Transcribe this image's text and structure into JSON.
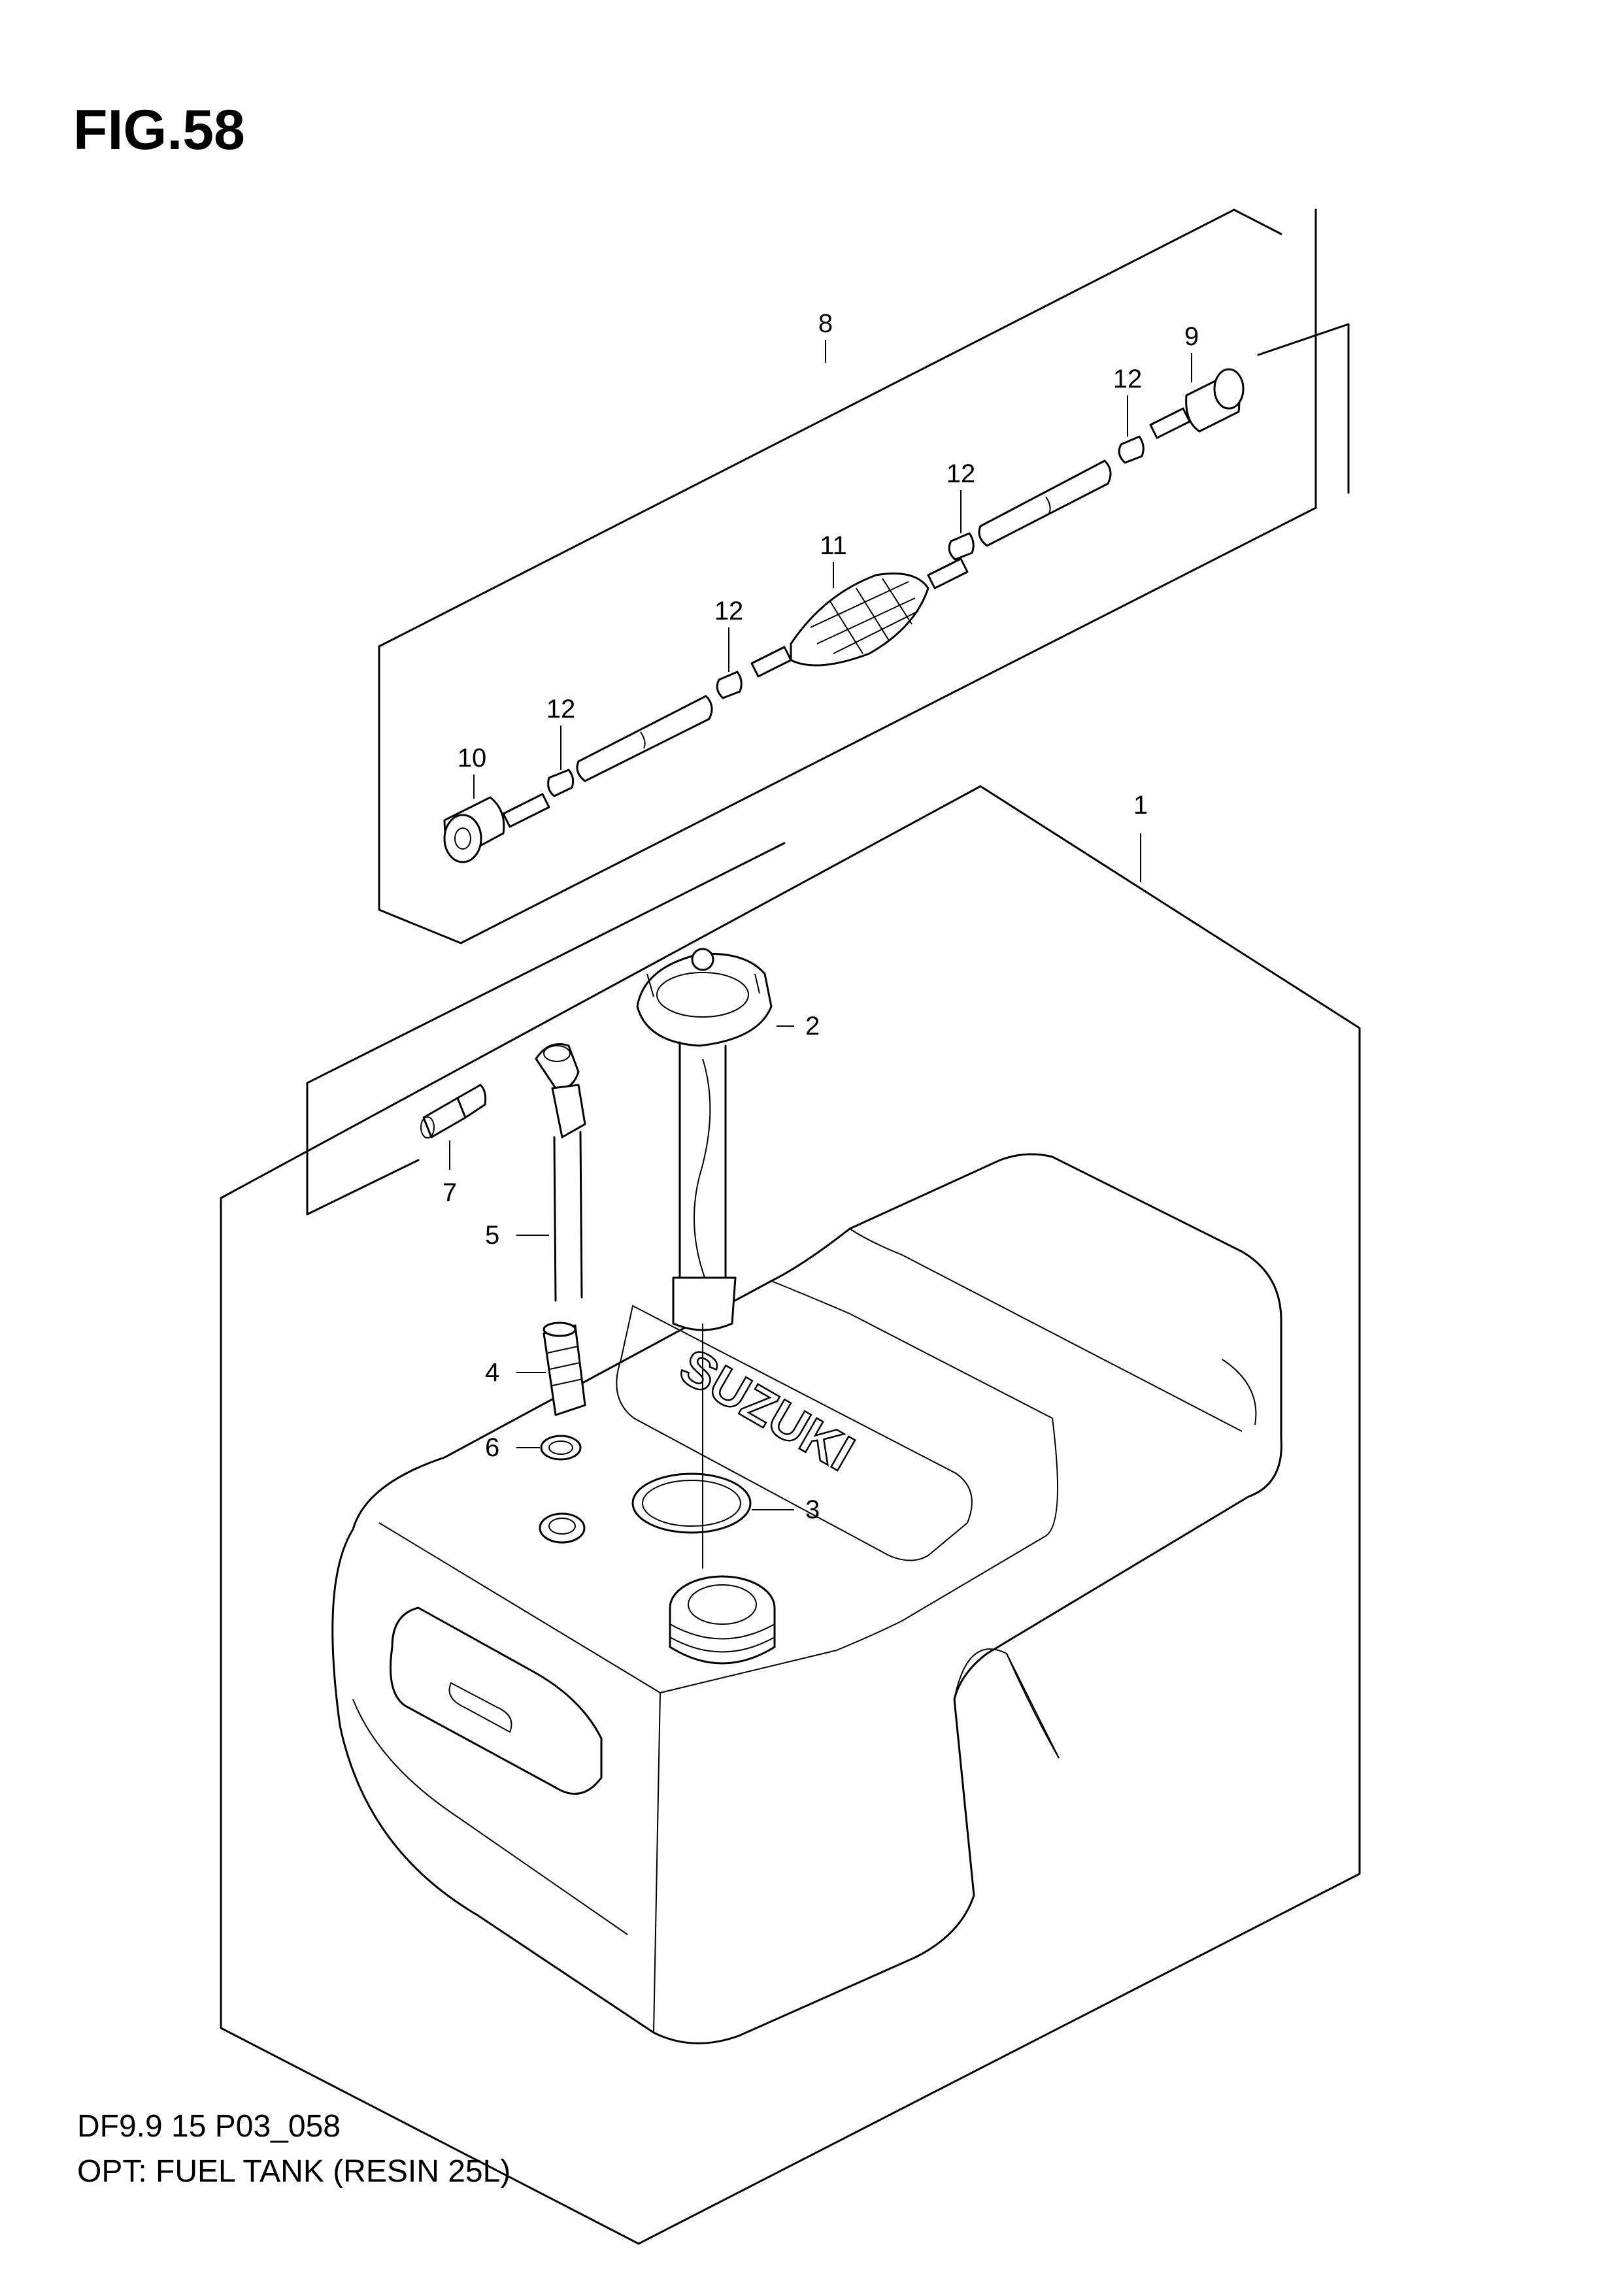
{
  "figure": {
    "title": "FIG.58"
  },
  "footer": {
    "model_code": "DF9.9 15 P03_058",
    "caption": "OPT: FUEL TANK (RESIN 25L)"
  },
  "callouts": {
    "c1": "1",
    "c2": "2",
    "c3": "3",
    "c4": "4",
    "c5": "5",
    "c6": "6",
    "c7": "7",
    "c8": "8",
    "c9": "9",
    "c10": "10",
    "c11": "11",
    "c12a": "12",
    "c12b": "12",
    "c12c": "12",
    "c12d": "12"
  },
  "tank_logo": "SUZUKI"
}
